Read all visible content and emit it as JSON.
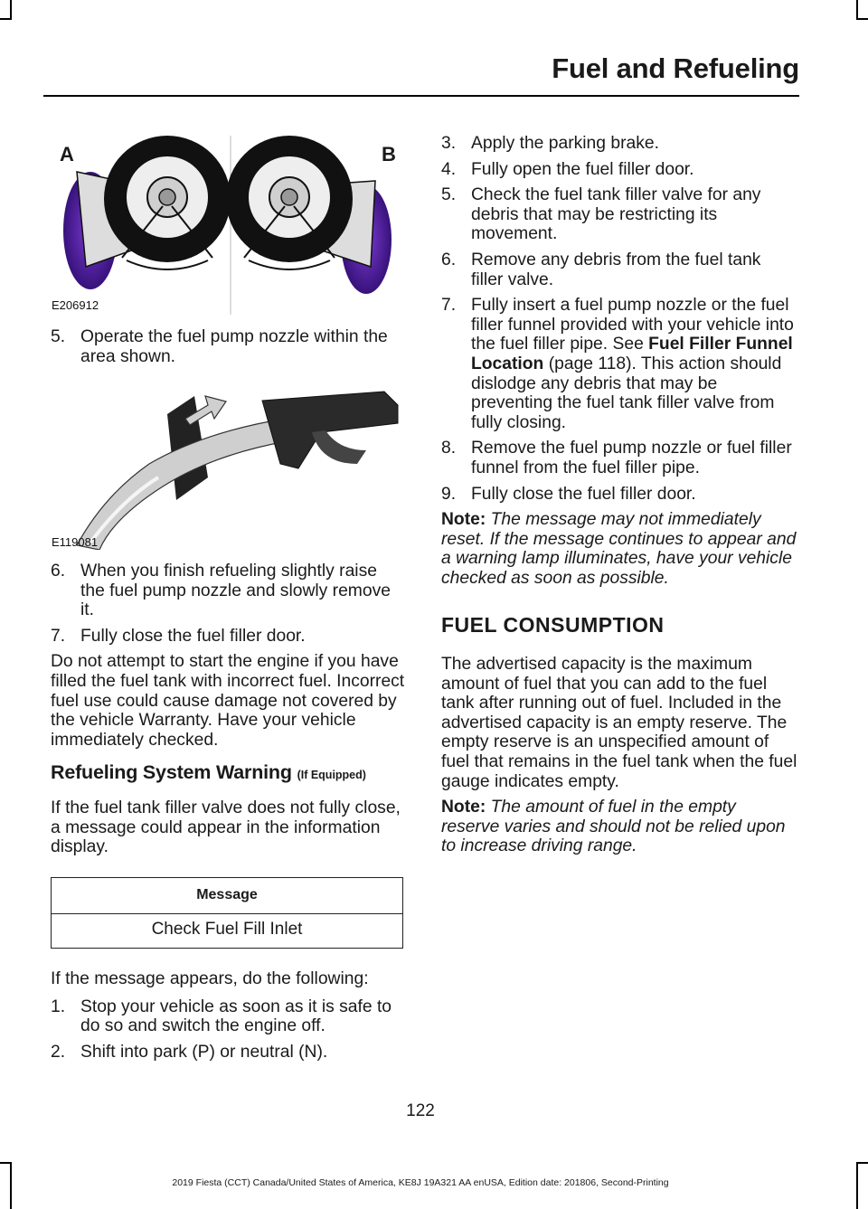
{
  "header": {
    "title": "Fuel and Refueling"
  },
  "figure1": {
    "label_a": "A",
    "label_b": "B",
    "code": "E206912"
  },
  "figure2": {
    "code": "E119081"
  },
  "left": {
    "step5": {
      "num": "5.",
      "text": "Operate the fuel pump nozzle within the area shown."
    },
    "step6": {
      "num": "6.",
      "text": "When you finish refueling slightly raise the fuel pump nozzle and slowly remove it."
    },
    "step7": {
      "num": "7.",
      "text": "Fully close the fuel filler door."
    },
    "para1": "Do not attempt to start the engine if you have filled the fuel tank with incorrect fuel. Incorrect fuel use could cause damage not covered by the vehicle Warranty. Have your vehicle immediately checked.",
    "subheading": "Refueling System Warning",
    "subheading_qualifier": "(If Equipped)",
    "para2": "If the fuel tank filler valve does not fully close, a message could appear in the information display.",
    "table": {
      "header": "Message",
      "row": "Check Fuel Fill Inlet"
    },
    "para3": "If the message appears, do the following:",
    "list": [
      {
        "num": "1.",
        "text": "Stop your vehicle as soon as it is safe to do so and switch the engine off."
      },
      {
        "num": "2.",
        "text": "Shift into park (P) or neutral (N)."
      }
    ]
  },
  "right": {
    "list": [
      {
        "num": "3.",
        "text": "Apply the parking brake."
      },
      {
        "num": "4.",
        "text": "Fully open the fuel filler door."
      },
      {
        "num": "5.",
        "text": "Check the fuel tank filler valve for any debris that may be restricting its movement."
      },
      {
        "num": "6.",
        "text": "Remove any debris from the fuel tank filler valve."
      }
    ],
    "step7": {
      "num": "7.",
      "text_a": "Fully insert a fuel pump nozzle or the fuel filler funnel provided with your vehicle into the fuel filler pipe.  See ",
      "ref": "Fuel Filler Funnel Location",
      "text_b": " (page 118).   This action should dislodge any debris that may be preventing the fuel tank filler valve from fully closing."
    },
    "list2": [
      {
        "num": "8.",
        "text": "Remove the fuel pump nozzle or fuel filler funnel from the fuel filler pipe."
      },
      {
        "num": "9.",
        "text": "Fully close the fuel filler door."
      }
    ],
    "note1": {
      "label": "Note:",
      "text": " The message may not immediately reset. If the message continues to appear and a warning lamp illuminates, have your vehicle checked as soon as possible."
    },
    "section_heading": "FUEL CONSUMPTION",
    "para1": "The advertised capacity is the maximum amount of fuel that you can add to the fuel tank after running out of fuel. Included in the advertised capacity is an empty reserve. The empty reserve is an unspecified amount of fuel that remains in the fuel tank when the fuel gauge indicates empty.",
    "note2": {
      "label": "Note:",
      "text": " The amount of fuel in the empty reserve varies and should not be relied upon to increase driving range."
    }
  },
  "page_number": "122",
  "footer": "2019 Fiesta (CCT) Canada/United States of America, KE8J 19A321 AA enUSA, Edition date: 201806, Second-Printing"
}
